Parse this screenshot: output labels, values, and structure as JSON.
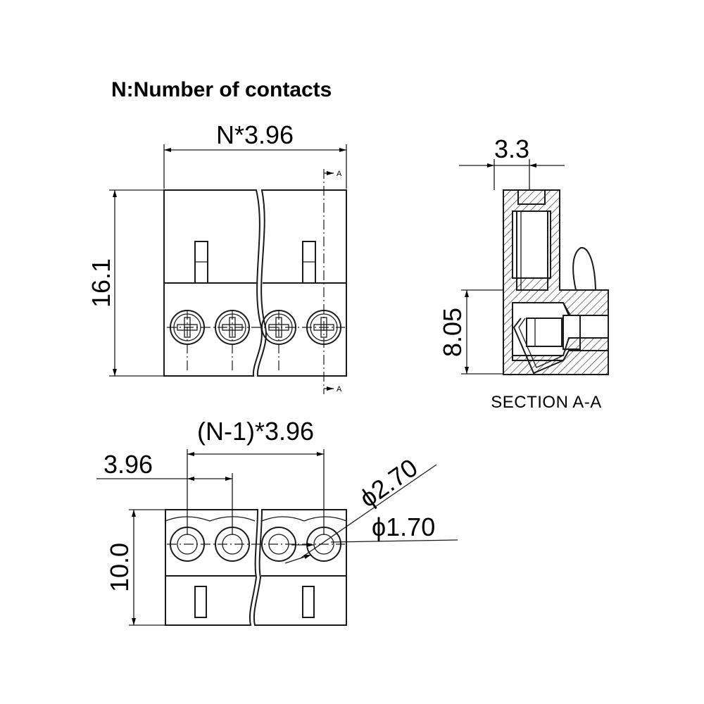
{
  "title": "N:Number of contacts",
  "dimensions": {
    "overall_width": "N*3.96",
    "height_front": "16.1",
    "section_width": "3.3",
    "section_height": "8.05",
    "pitch_span": "(N-1)*3.96",
    "pitch": "3.96",
    "height_top": "10.0",
    "outer_diameter": "ϕ2.70",
    "inner_diameter": "ϕ1.70"
  },
  "section_label": "SECTION A-A",
  "section_marks": [
    "A",
    "A"
  ]
}
